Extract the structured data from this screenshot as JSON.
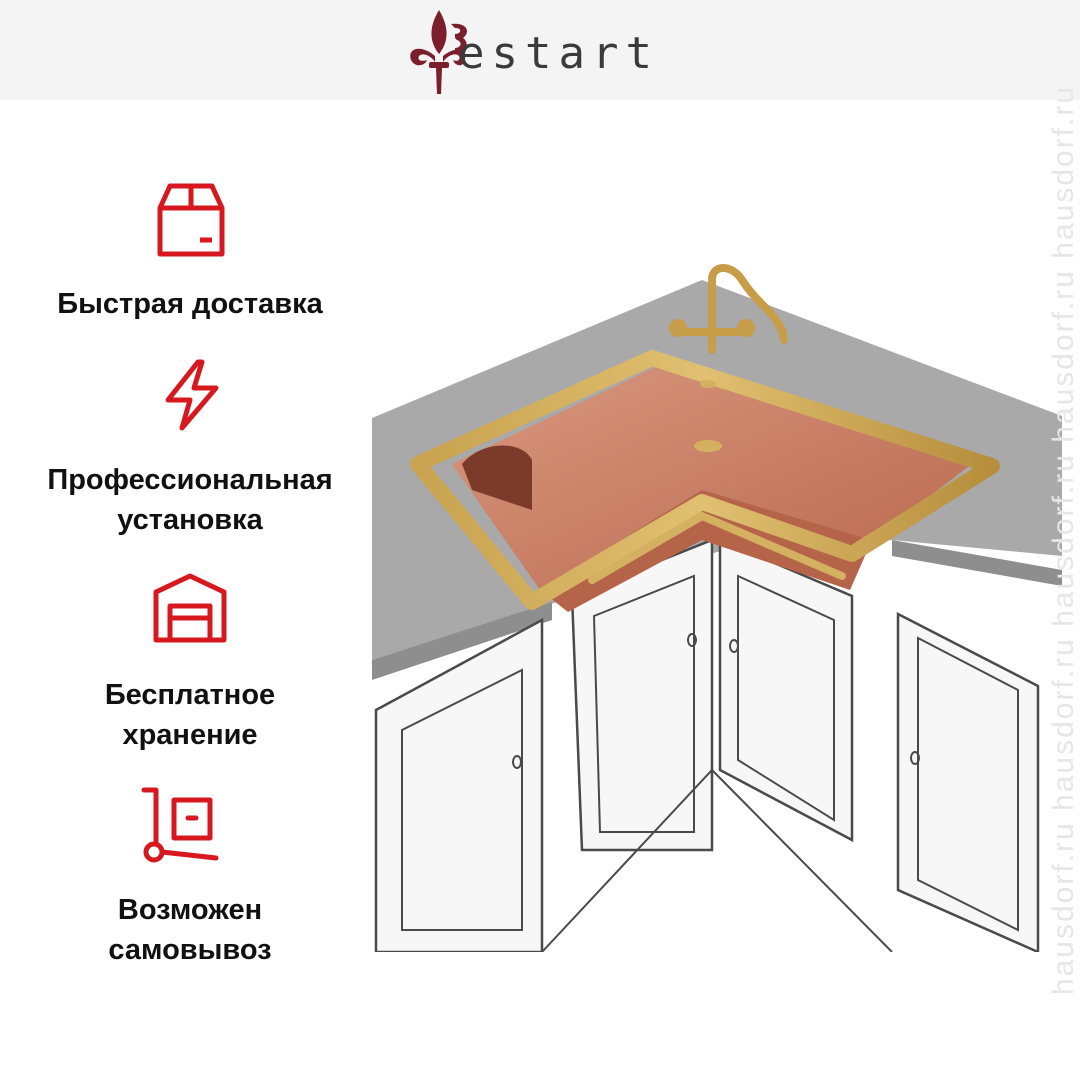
{
  "brand": {
    "logo_text": "estart"
  },
  "accent_color": "#d7191f",
  "features": [
    {
      "icon": "box-icon",
      "line1": "Быстрая доставка",
      "line2": ""
    },
    {
      "icon": "lightning-icon",
      "line1": "Профессиональная",
      "line2": "установка"
    },
    {
      "icon": "warehouse-icon",
      "line1": "Бесплатное",
      "line2": "хранение"
    },
    {
      "icon": "hand-truck-icon",
      "line1": "Возможен",
      "line2": "самовывоз"
    }
  ],
  "watermark": "hausdorf.ru  hausdorf.ru  hausdorf.ru  hausdorf.ru  hausdorf.ru"
}
